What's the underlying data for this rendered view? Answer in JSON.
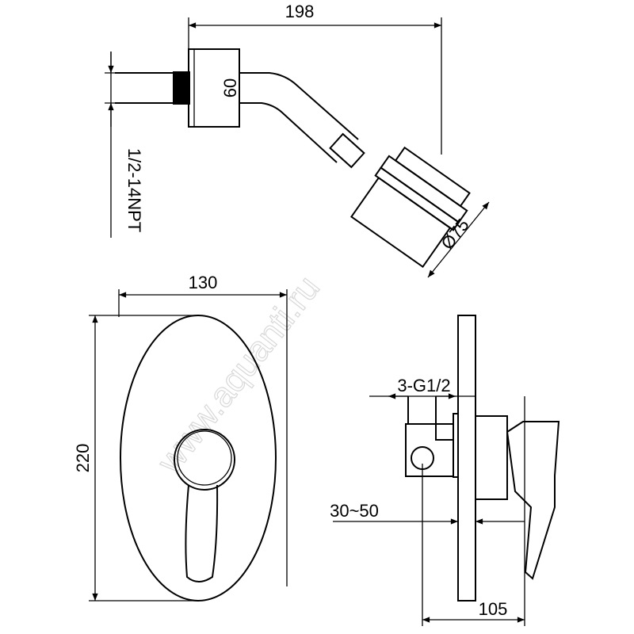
{
  "dimensions": {
    "shower_reach": "198",
    "flange_height": "60",
    "thread": "1/2-14NPT",
    "head_diameter": "Ø75",
    "plate_width": "130",
    "plate_height": "220",
    "inlets": "3-G1/2",
    "install_depth": "30~50",
    "total_depth": "105"
  },
  "watermark": "www.aquanti.ru",
  "colors": {
    "line": "#000000",
    "background": "#ffffff"
  }
}
